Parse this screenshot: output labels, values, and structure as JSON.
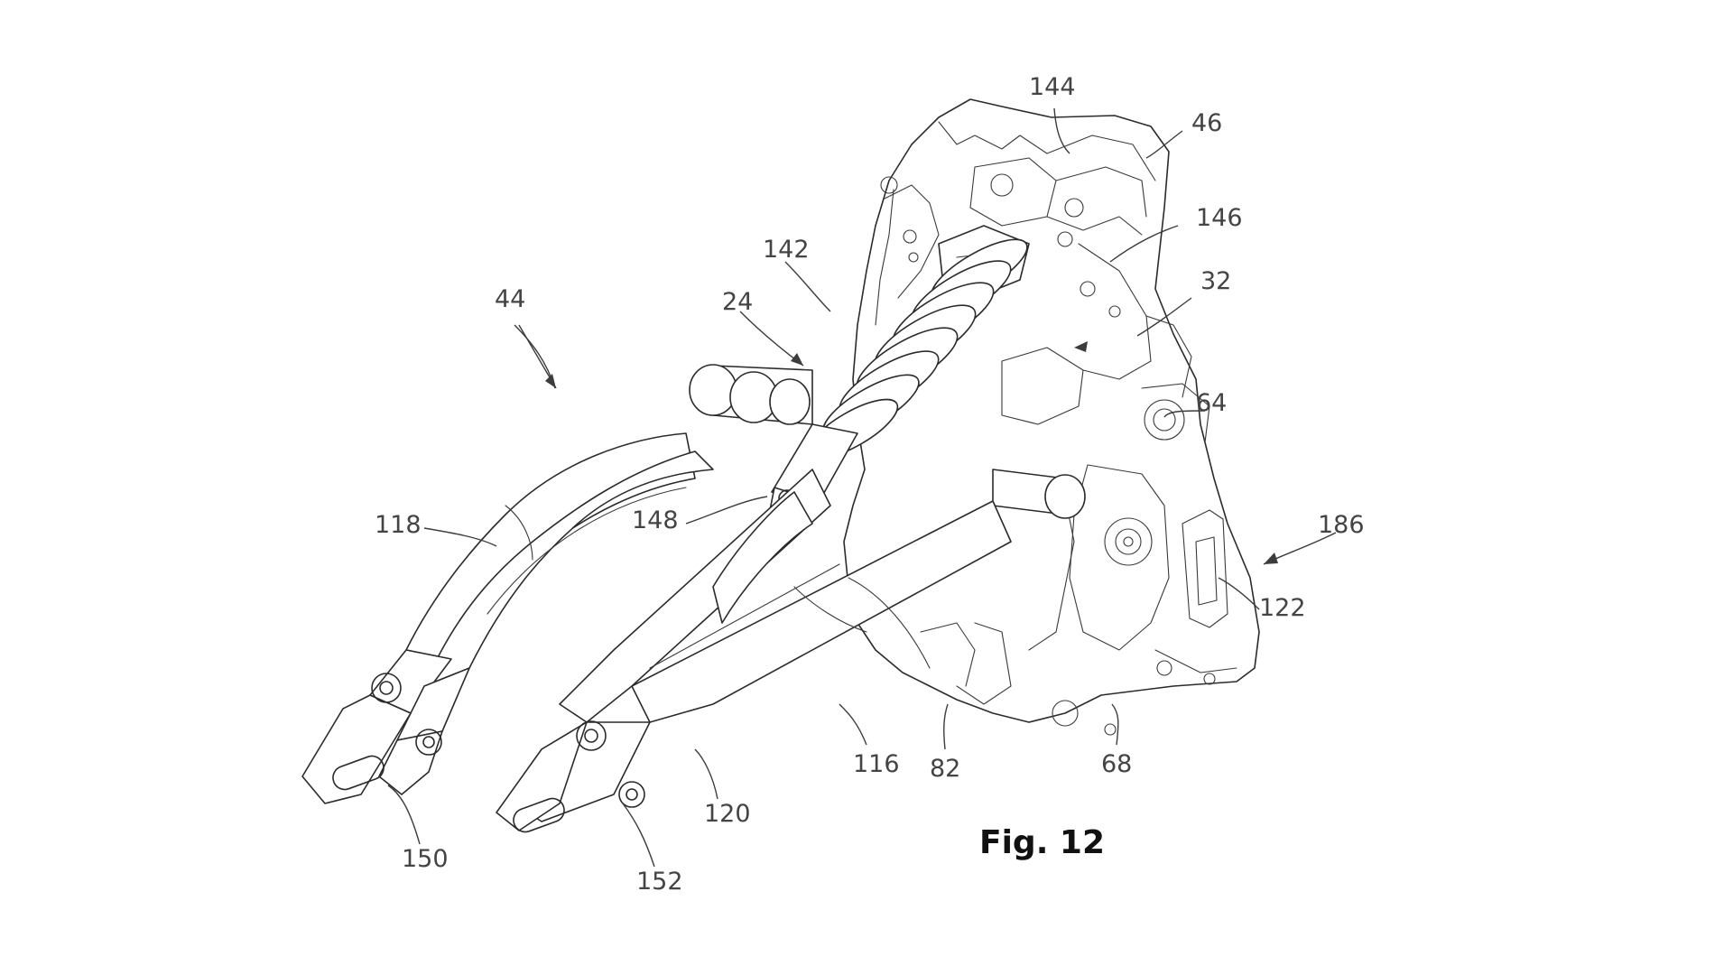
{
  "figure": {
    "caption": "Fig. 12"
  },
  "reference_numerals": [
    {
      "key": "r144",
      "text": "144"
    },
    {
      "key": "r46",
      "text": "46"
    },
    {
      "key": "r146",
      "text": "146"
    },
    {
      "key": "r142",
      "text": "142"
    },
    {
      "key": "r32",
      "text": "32"
    },
    {
      "key": "r44",
      "text": "44"
    },
    {
      "key": "r24",
      "text": "24"
    },
    {
      "key": "r64",
      "text": "64"
    },
    {
      "key": "r118",
      "text": "118"
    },
    {
      "key": "r148",
      "text": "148"
    },
    {
      "key": "r186",
      "text": "186"
    },
    {
      "key": "r122",
      "text": "122"
    },
    {
      "key": "r116",
      "text": "116"
    },
    {
      "key": "r82",
      "text": "82"
    },
    {
      "key": "r68",
      "text": "68"
    },
    {
      "key": "r120",
      "text": "120"
    },
    {
      "key": "r150",
      "text": "150"
    },
    {
      "key": "r152",
      "text": "152"
    }
  ]
}
